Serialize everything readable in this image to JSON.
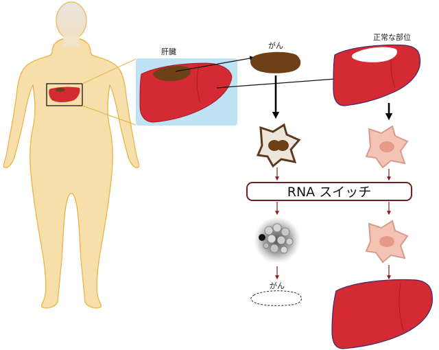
{
  "labels": {
    "liver": "肝臓",
    "cancer_top": "がん",
    "normal_region": "正常な部位",
    "rna_switch": "RNA スイッチ",
    "cancer_bottom": "がん"
  },
  "colors": {
    "body_fill": "#f7dfac",
    "body_stroke": "#e8b84a",
    "head_fill": "#e6e1dc",
    "liver_red": "#d42a33",
    "liver_dark": "#a81c26",
    "tumor_brown": "#6e4018",
    "highlight_box": "#bfe3f5",
    "callout_line": "#e8b84a",
    "arrow_red": "#8b1a1a",
    "cell_pink": "#f3c4b6",
    "cell_nucleus": "#e89a86",
    "switch_border": "#7a1a1a"
  }
}
